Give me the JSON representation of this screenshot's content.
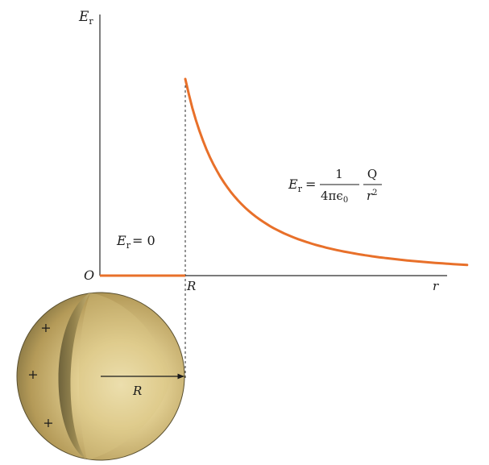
{
  "labels": {
    "y_axis": "E",
    "y_axis_sub": "r",
    "x_axis": "r",
    "origin": "O",
    "radius_tick": "R",
    "radius_on_sphere": "R",
    "inside_eq_E": "E",
    "inside_eq_sub": "r",
    "inside_eq_rhs": "= 0",
    "outside_eq_E": "E",
    "outside_eq_sub": "r",
    "outside_eq_equals": "=",
    "frac1_num": "1",
    "frac1_den": "4πϵ",
    "frac1_den_sub": "0",
    "frac2_num": "Q",
    "frac2_den": "r",
    "frac2_den_sup": "2"
  },
  "charges": [
    "+",
    "+",
    "+"
  ],
  "colors": {
    "curve": "#e8702a",
    "axis": "#2a2a2a",
    "sphere_light": "#f3e7b8",
    "sphere_mid": "#c8b070",
    "sphere_dark": "#6e6238"
  },
  "plot": {
    "R": 1,
    "r_max": 4.3,
    "E_at_R": 1,
    "E_inside": 0
  }
}
